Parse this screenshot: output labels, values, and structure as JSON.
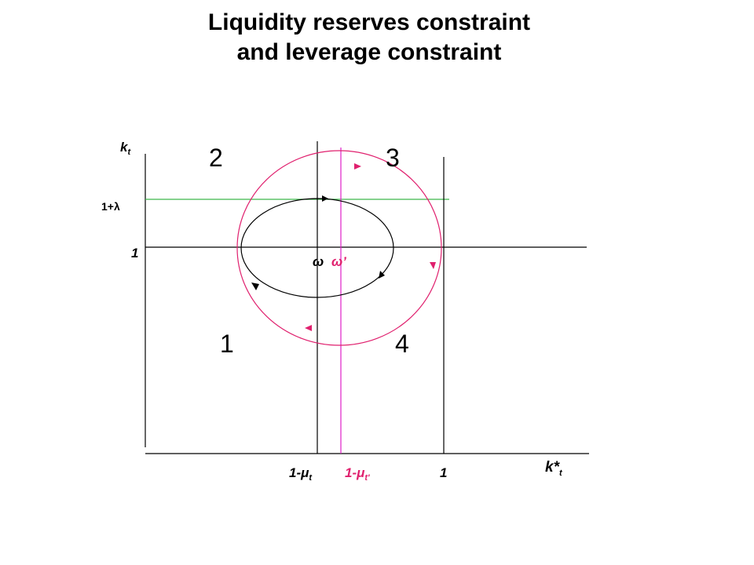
{
  "title": {
    "line1": "Liquidity reserves constraint",
    "line2": "and leverage constraint"
  },
  "axes": {
    "y_label": "k",
    "y_label_sub": "t",
    "x_label": "k*",
    "x_label_sub": "t"
  },
  "ticks": {
    "y_upper": "1+λ",
    "y_one": "1",
    "x_mu": "1-μ",
    "x_mu_sub": "t",
    "x_mu_prime": "1-μ",
    "x_mu_prime_sub": "t'",
    "x_one": "1"
  },
  "quadrants": {
    "q1": "1",
    "q2": "2",
    "q3": "3",
    "q4": "4"
  },
  "points": {
    "omega": "ω",
    "omega_prime": "ω’"
  },
  "colors": {
    "axis": "#000000",
    "green_line": "#3cb84a",
    "magenta_line": "#e020c8",
    "pink_cycle": "#e0206e",
    "black_cycle": "#000000"
  }
}
